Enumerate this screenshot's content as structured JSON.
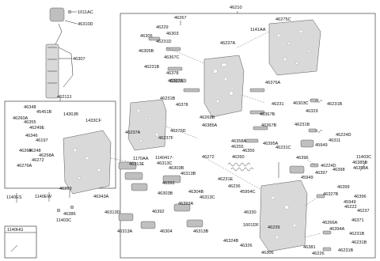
{
  "labels": {
    "l_1011AC": "1011AC",
    "l_46310D": "46310D",
    "l_46307": "46307",
    "l_46210": "46210",
    "l_46267": "46267",
    "l_46275C": "46275C",
    "l_46229": "46229",
    "l_46305": "46305",
    "l_46303": "46303",
    "l_46231D": "46231D",
    "l_46305B": "46305B",
    "l_46237A_top": "46237A",
    "l_1141AA": "1141AA",
    "l_46367C": "46367C",
    "l_46231B_a": "46231B",
    "l_46378_a": "46378",
    "l_46367A": "46367A",
    "l_46376A": "46376A",
    "l_46231B_b": "46231B",
    "l_46378_b": "46378",
    "l_46231": "46231",
    "l_46303C": "46303C",
    "l_46231B_c": "46231B",
    "l_46212J": "46212J",
    "l_46348": "46348",
    "l_45451B": "45451B",
    "l_1430JB": "1430JB",
    "l_46260A": "46260A",
    "l_1433CF": "1433CF",
    "l_46355": "46355",
    "l_46249E": "46249E",
    "l_46346": "46346",
    "l_46269B": "46269B",
    "l_46329": "46329",
    "l_46367B_a": "46367B",
    "l_46231B_d": "46231B",
    "l_46385A": "46385A",
    "l_46367B_b": "46367B",
    "l_46237A_mid": "46237A",
    "l_46275D": "46275D",
    "l_46237F": "46237F",
    "l_46358A": "46358A",
    "l_46255": "46255",
    "l_46395A": "46395A",
    "l_46356": "46356",
    "l_46231C": "46231C",
    "l_46224D": "46224D",
    "l_46311": "46311",
    "l_45949_a": "45949",
    "l_46197": "46197",
    "l_46248": "46248",
    "l_46260": "46260",
    "l_46258A": "46258A",
    "l_46272_a": "46272",
    "l_46276A": "46276A",
    "l_1170AA": "1170AA",
    "l_46313E": "46313E",
    "l_1140417": "1140417-",
    "l_46313C": "46313C",
    "l_46272_b": "46272",
    "l_46260_b": "46260",
    "l_46396_a": "46396",
    "l_46224D_b": "46224D",
    "l_46398": "46398",
    "l_46397": "46397",
    "l_45949_b": "45949",
    "l_46399": "46399",
    "l_11403C_r": "11403C",
    "l_46385B": "46385B",
    "l_46358A_b": "46358A",
    "l_46303B": "46303B",
    "l_46313B_a": "46313B",
    "l_46392_a": "46392",
    "l_46231E": "46231E",
    "l_46236": "46236",
    "l_45954C": "45954C",
    "l_1140ES": "1140ES",
    "l_1140EW": "1140EW",
    "l_46259": "46259",
    "l_46343A": "46343A",
    "l_46303B_b": "46303B",
    "l_46304B": "46304B",
    "l_46313C_b": "46313C",
    "l_46393A": "46393A",
    "l_46386": "46386",
    "l_11403C": "11403C",
    "l_46313D": "46313D",
    "l_46392_b": "46392",
    "l_46304": "46304",
    "l_46313B_b": "46313B",
    "l_46313A": "46313A",
    "l_46330": "46330",
    "l_1601DF": "1601DF",
    "l_46239": "46239",
    "l_46324B": "46324B",
    "l_46326": "46326",
    "l_46306": "46306",
    "l_46327B": "46327B",
    "l_46396_b": "46396",
    "l_45949_c": "45949",
    "l_46222": "46222",
    "l_46237": "46237",
    "l_46266A": "46266A",
    "l_46394A": "46394A",
    "l_46371": "46371",
    "l_46231B_e": "46231B",
    "l_46231B_f": "46231B",
    "l_46381": "46381",
    "l_46226": "46226",
    "l_46231B_g": "46231B",
    "l_1140HG": "1140HG"
  }
}
